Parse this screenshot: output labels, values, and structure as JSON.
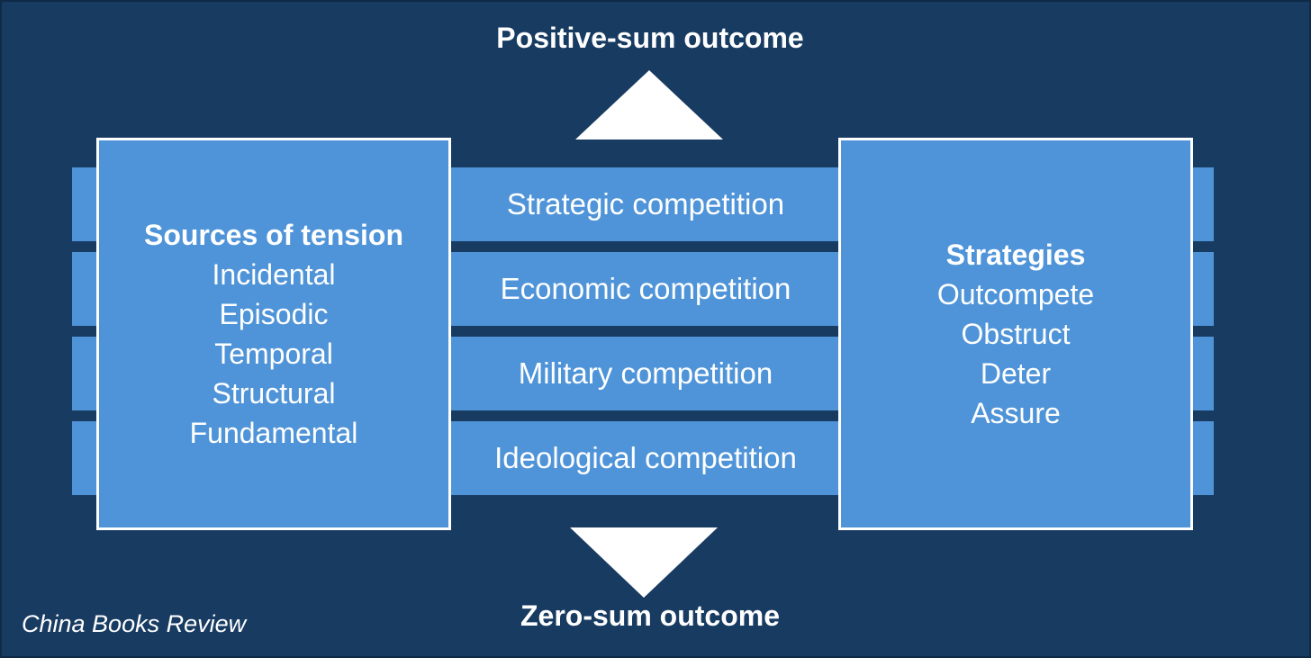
{
  "top_outcome": "Positive-sum outcome",
  "bottom_outcome": "Zero-sum outcome",
  "competitions": [
    "Strategic competition",
    "Economic competition",
    "Military competition",
    "Ideological competition"
  ],
  "sources": {
    "title": "Sources of tension",
    "items": [
      "Incidental",
      "Episodic",
      "Temporal",
      "Structural",
      "Fundamental"
    ]
  },
  "strategies": {
    "title": "Strategies",
    "items": [
      "Outcompete",
      "Obstruct",
      "Deter",
      "Assure"
    ]
  },
  "credit": "China Books Review",
  "colors": {
    "background": "#183b62",
    "box": "#4f94d8",
    "text": "#ffffff"
  }
}
